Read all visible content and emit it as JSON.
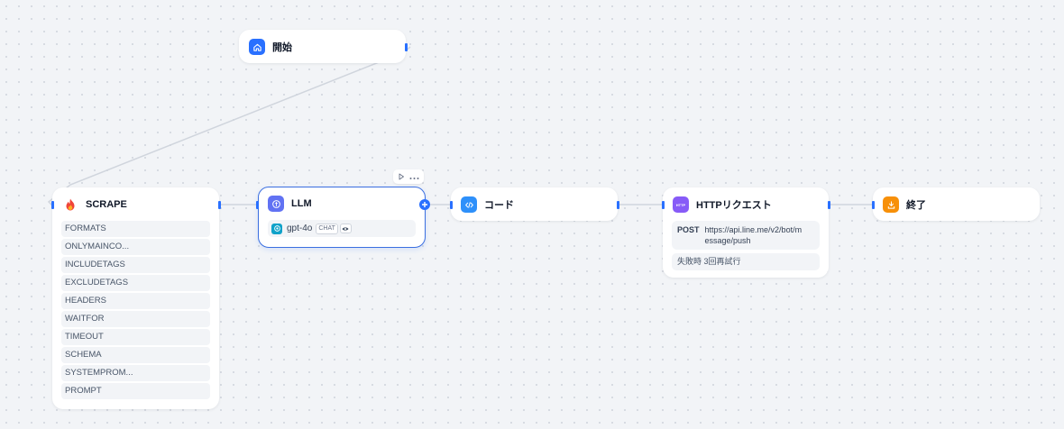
{
  "nodes": {
    "start": {
      "title": "開始",
      "icon": "home-icon",
      "color": "#2970ff"
    },
    "scrape": {
      "title": "SCRAPE",
      "icon": "fire-icon",
      "fields": [
        "FORMATS",
        "ONLYMAINCO...",
        "INCLUDETAGS",
        "EXCLUDETAGS",
        "HEADERS",
        "WAITFOR",
        "TIMEOUT",
        "SCHEMA",
        "SYSTEMPROM...",
        "PROMPT"
      ]
    },
    "llm": {
      "title": "LLM",
      "icon": "brain-icon",
      "color": "#6172f3",
      "model": "gpt-4o",
      "mode_tag": "CHAT",
      "model_icon": "openai-icon",
      "vision_icon": "eye-icon"
    },
    "code": {
      "title": "コード",
      "icon": "code-icon",
      "color": "#2e90fa"
    },
    "http": {
      "title": "HTTPリクエスト",
      "icon": "http-icon",
      "icon_text": "HTTP",
      "color": "#875bf7",
      "method": "POST",
      "url": "https://api.line.me/v2/bot/message/push",
      "retry": "失敗時 3回再試行"
    },
    "end": {
      "title": "終了",
      "icon": "exit-icon",
      "color": "#f79009"
    }
  },
  "toolbar": {
    "run_icon": "play-icon",
    "more_icon": "more-icon"
  },
  "colors": {
    "accent": "#2970ff",
    "canvas": "#f2f4f7",
    "edge": "#d0d5dd"
  }
}
